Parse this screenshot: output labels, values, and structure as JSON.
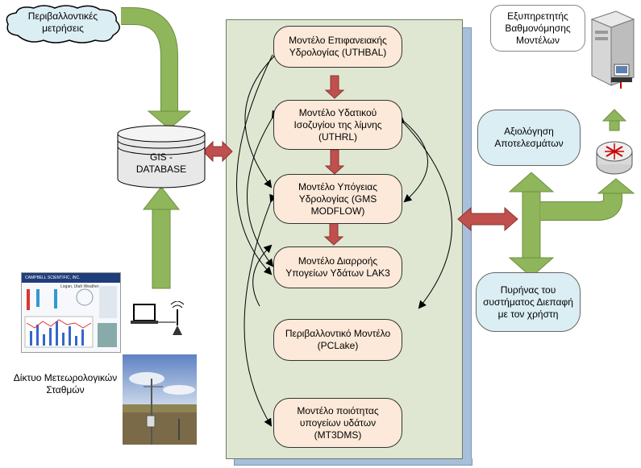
{
  "env_measurements": "Περιβαλλοντικές μετρήσεις",
  "gis_database": "GIS - DATABASE",
  "met_network": "Δίκτυο Μετεωρολογικών Σταθμών",
  "models": {
    "uthbal": "Μοντέλο Επιφανειακής Υδρολογίας (UTHBAL)",
    "uthrl": "Μοντέλο Υδατικού Ισοζυγίου της λίμνης (UTHRL)",
    "gms": "Μοντέλο Υπόγειας Υδρολογίας (GMS MODFLOW)",
    "lak3": "Μοντέλο Διαρροής Υπογείων Υδάτων LAK3",
    "pclake": "Περιβαλλοντικό Μοντέλο (PCLake)",
    "mt3dms": "Μοντέλο ποιότητας υπογείων υδάτων (MT3DMS)"
  },
  "server_label": "Εξυπηρετητής Βαθμονόμησης Μοντέλων",
  "evaluation": "Αξιολόγηση Αποτελεσμάτων",
  "core_ui": "Πυρήνας του συστήματος Διεπαφή με τον χρήστη",
  "weather_screen": {
    "brand": "CAMPBELL SCIENTIFIC, INC.",
    "title": "Logan, Utah Weather"
  },
  "colors": {
    "green_arrow": "#8fb65a",
    "red_arrow": "#c0504d",
    "panel": "#dfe7d2",
    "model_fill": "#fde9d9",
    "blue_fill": "#dbeef4"
  }
}
